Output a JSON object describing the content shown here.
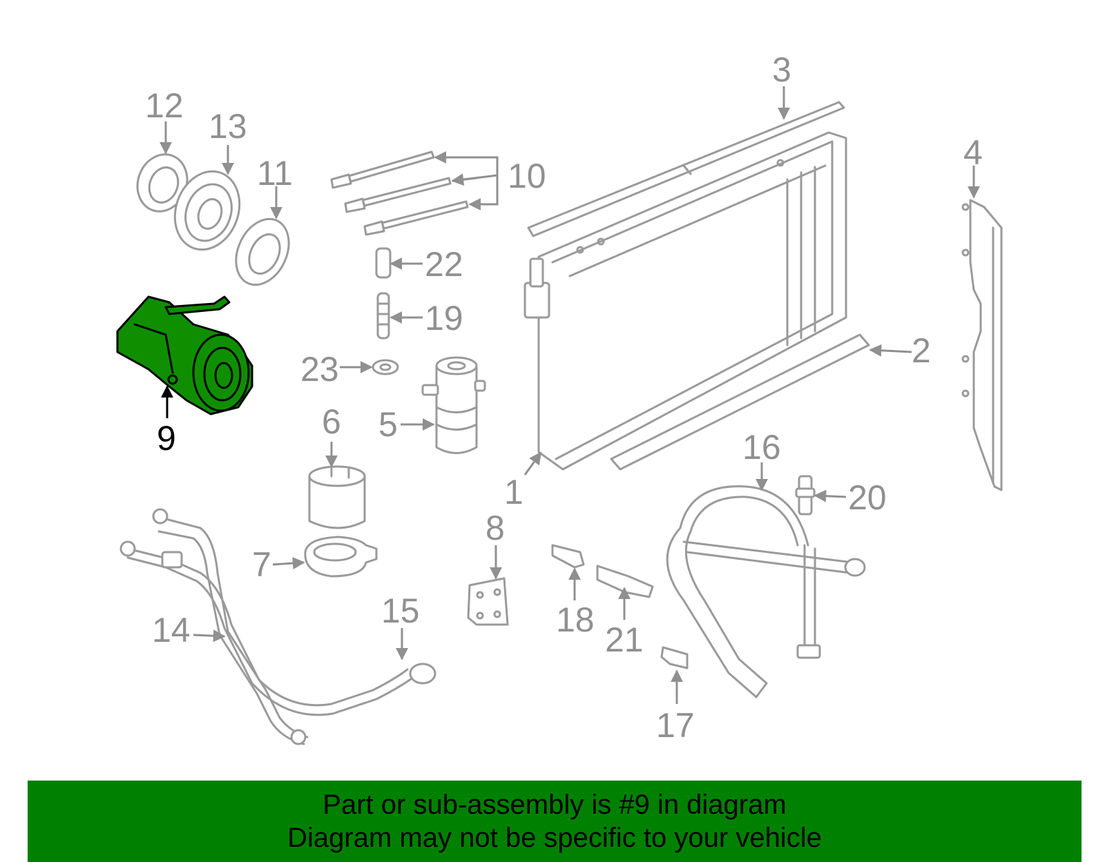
{
  "diagram": {
    "highlight_color": "#008000",
    "callouts": [
      {
        "id": "1",
        "label": "1"
      },
      {
        "id": "2",
        "label": "2"
      },
      {
        "id": "3",
        "label": "3"
      },
      {
        "id": "4",
        "label": "4"
      },
      {
        "id": "5",
        "label": "5"
      },
      {
        "id": "6",
        "label": "6"
      },
      {
        "id": "7",
        "label": "7"
      },
      {
        "id": "8",
        "label": "8"
      },
      {
        "id": "9",
        "label": "9",
        "highlighted": true
      },
      {
        "id": "10",
        "label": "10"
      },
      {
        "id": "11",
        "label": "11"
      },
      {
        "id": "12",
        "label": "12"
      },
      {
        "id": "13",
        "label": "13"
      },
      {
        "id": "14",
        "label": "14"
      },
      {
        "id": "15",
        "label": "15"
      },
      {
        "id": "16",
        "label": "16"
      },
      {
        "id": "17",
        "label": "17"
      },
      {
        "id": "18",
        "label": "18"
      },
      {
        "id": "19",
        "label": "19"
      },
      {
        "id": "20",
        "label": "20"
      },
      {
        "id": "21",
        "label": "21"
      },
      {
        "id": "22",
        "label": "22"
      },
      {
        "id": "23",
        "label": "23"
      }
    ]
  },
  "banner": {
    "line1": "Part or sub-assembly is #9 in diagram",
    "line2": "Diagram may not be specific to your vehicle"
  }
}
